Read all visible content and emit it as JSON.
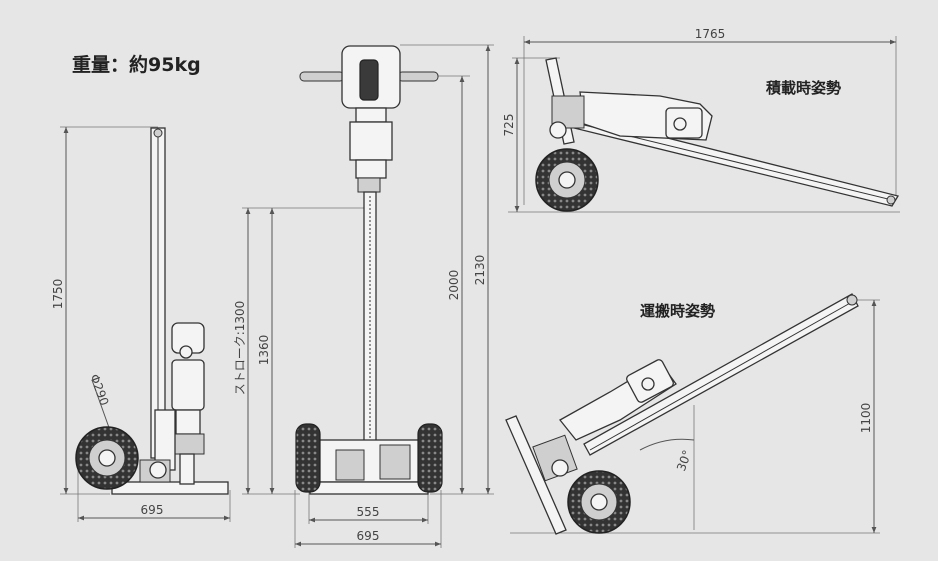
{
  "weight_label": "重量：約95kg",
  "loading_posture": "積載時姿勢",
  "transport_posture": "運搬時姿勢",
  "dimensions": {
    "side_height": "1750",
    "side_width": "695",
    "wheel_dia": "Φ290",
    "stroke": "ストローク:1300",
    "front_1360": "1360",
    "front_2000": "2000",
    "front_2130": "2130",
    "front_555": "555",
    "front_695": "695",
    "load_length": "1765",
    "load_height": "725",
    "transport_height": "1100",
    "transport_angle": "30°"
  }
}
